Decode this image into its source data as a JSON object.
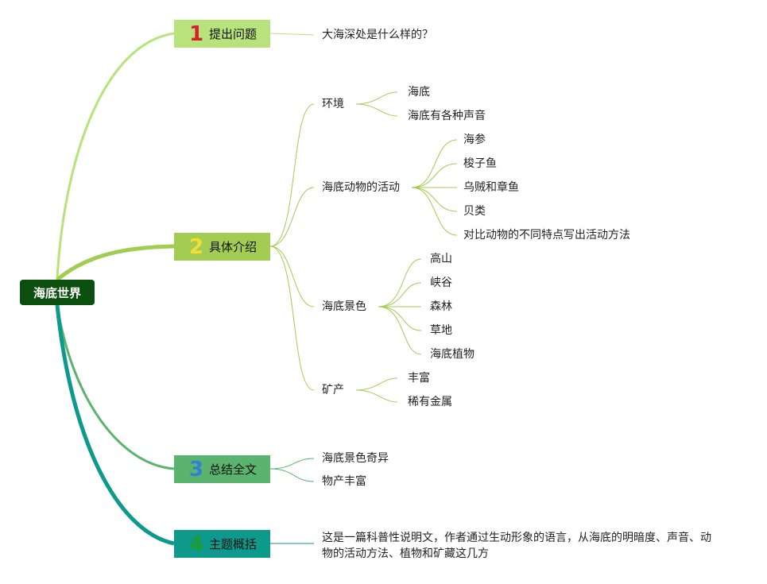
{
  "root": "海底世界",
  "branches": [
    {
      "num": "1",
      "label": "提出问题",
      "color": "#b7e27c"
    },
    {
      "num": "2",
      "label": "具体介绍",
      "color": "#a2cc52"
    },
    {
      "num": "3",
      "label": "总结全文",
      "color": "#5ab46e"
    },
    {
      "num": "4",
      "label": "主题概括",
      "color": "#0d9a8c"
    }
  ],
  "question": "大海深处是什么样的？",
  "intro": {
    "env": {
      "label": "环境",
      "items": [
        "海底",
        "海底有各种声音"
      ]
    },
    "animals": {
      "label": "海底动物的活动",
      "items": [
        "海参",
        "梭子鱼",
        "乌贼和章鱼",
        "贝类",
        "对比动物的不同特点写出活动方法"
      ]
    },
    "scenery": {
      "label": "海底景色",
      "items": [
        "高山",
        "峡谷",
        "森林",
        "草地",
        "海底植物"
      ]
    },
    "minerals": {
      "label": "矿产",
      "items": [
        "丰富",
        "稀有金属"
      ]
    }
  },
  "summary": [
    "海底景色奇异",
    "物产丰富"
  ],
  "theme": "这是一篇科普性说明文，作者通过生动形象的语言，从海底的明暗度、声音、动物的活动方法、植物和矿藏这几方"
}
